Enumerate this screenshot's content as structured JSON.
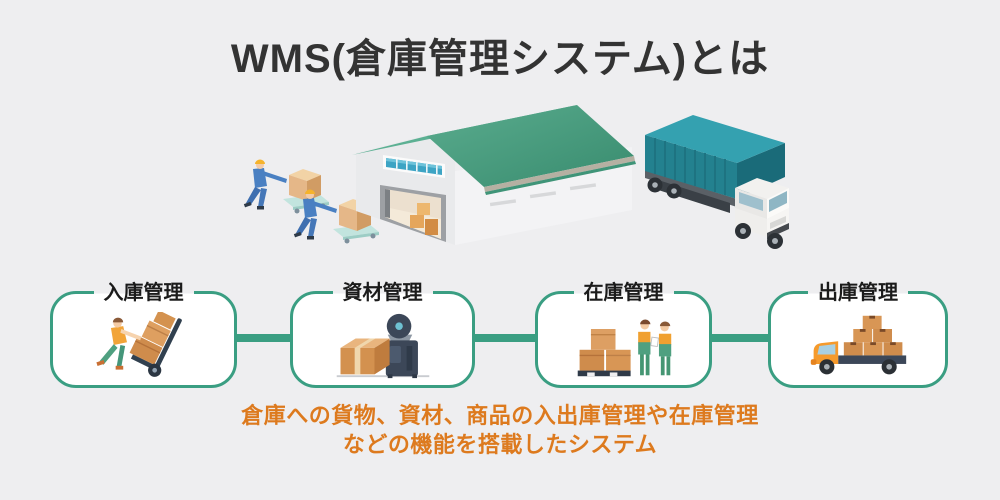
{
  "title": "WMS(倉庫管理システム)とは",
  "colors": {
    "background": "#eeeef0",
    "title_text": "#333333",
    "accent_green": "#3a9e82",
    "box_background": "#ffffff",
    "caption_text": "#dd7a1e",
    "label_text": "#1b1b1b",
    "roof_green": "#4aa183",
    "container_teal": "#23818f",
    "box_cardboard": "#cf8c4c"
  },
  "hero": {
    "icons": [
      "workers-with-carts-icon",
      "warehouse-icon",
      "container-truck-icon"
    ]
  },
  "flow": {
    "steps": [
      {
        "label": "入庫管理",
        "icon": "hand-truck-worker-icon"
      },
      {
        "label": "資材管理",
        "icon": "packing-machine-icon"
      },
      {
        "label": "在庫管理",
        "icon": "inventory-check-icon"
      },
      {
        "label": "出庫管理",
        "icon": "delivery-truck-icon"
      }
    ]
  },
  "caption": {
    "line1": "倉庫への貨物、資材、商品の入出庫管理や在庫管理",
    "line2": "などの機能を搭載したシステム"
  }
}
